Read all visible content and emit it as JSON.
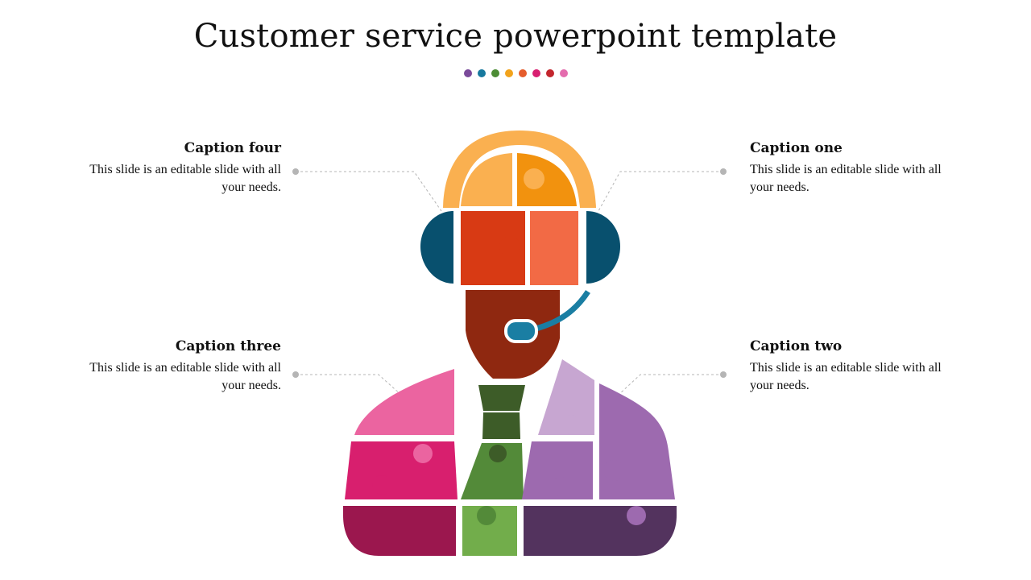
{
  "title": "Customer service powerpoint template",
  "dot_colors": [
    "#7a4a9a",
    "#17799e",
    "#4c8c35",
    "#f2a31c",
    "#e55c2c",
    "#d81f71",
    "#c3262d",
    "#e46cae"
  ],
  "captions": {
    "four": {
      "heading": "Caption four",
      "text": "This slide is an editable slide with all your needs."
    },
    "one": {
      "heading": "Caption one",
      "text": "This slide is an editable slide with all your needs."
    },
    "three": {
      "heading": "Caption three",
      "text": "This slide is an editable slide with all your needs."
    },
    "two": {
      "heading": "Caption two",
      "text": "This slide is an editable slide with all your needs."
    }
  },
  "colors": {
    "helmet_left": "#fab050",
    "helmet_right": "#f2920e",
    "face_left": "#d83a14",
    "face_right": "#f26a45",
    "chin": "#8f2810",
    "earcup": "#08506e",
    "mic": "#1a7ea3",
    "tie_top": "#3d5c28",
    "tie_mid": "#538a39",
    "tie_bottom": "#72ad4b",
    "pink_top": "#eb64a0",
    "pink_mid": "#d81f6e",
    "pink_bottom": "#9b174e",
    "purple_light": "#c7a6d1",
    "purple_mid": "#9d6aaf",
    "purple_dark": "#53335e",
    "connector": "#b5b5b5"
  }
}
